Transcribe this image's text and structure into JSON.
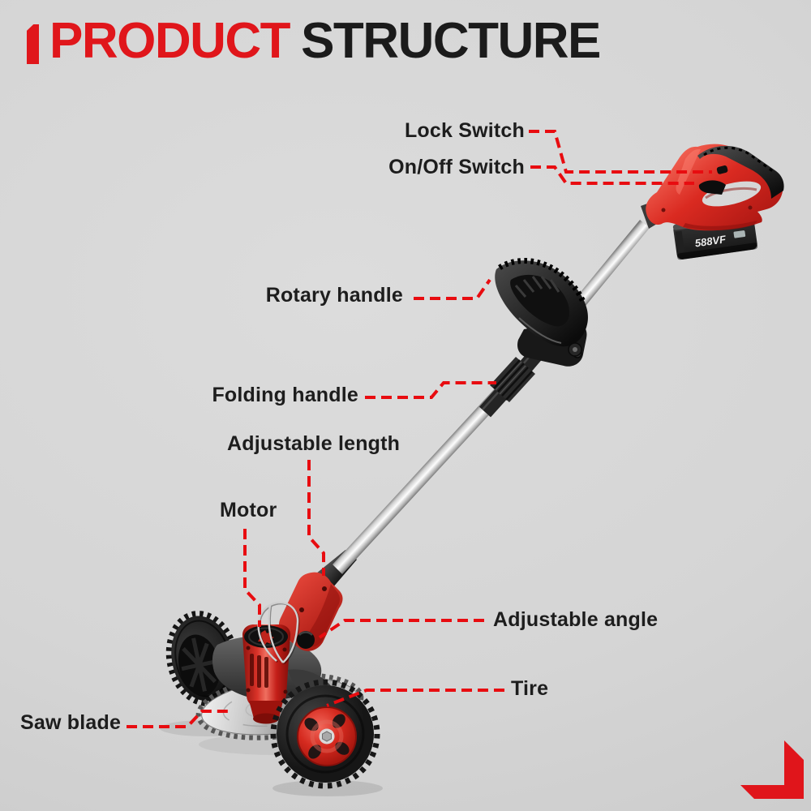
{
  "header": {
    "title_primary": "PRODUCT",
    "title_secondary": "STRUCTURE"
  },
  "colors": {
    "accent_red": "#e0161b",
    "leader_red": "#e80c10",
    "text_dark": "#1d1d1d",
    "background_gray": "#d5d5d5",
    "product_red": "#d8281f",
    "product_black": "#1a1a1a",
    "chrome": "#e8e8e8"
  },
  "product": {
    "battery_label": "588VF"
  },
  "labels": [
    {
      "id": "lock-switch",
      "text": "Lock Switch"
    },
    {
      "id": "on-off-switch",
      "text": "On/Off Switch"
    },
    {
      "id": "rotary-handle",
      "text": "Rotary handle"
    },
    {
      "id": "folding-handle",
      "text": "Folding handle"
    },
    {
      "id": "adjustable-length",
      "text": "Adjustable length"
    },
    {
      "id": "motor",
      "text": "Motor"
    },
    {
      "id": "adjustable-angle",
      "text": "Adjustable angle"
    },
    {
      "id": "tire",
      "text": "Tire"
    },
    {
      "id": "saw-blade",
      "text": "Saw blade"
    }
  ],
  "icons": [
    {
      "name": "corner-arrow-icon",
      "description": "red angled arrow at bottom-right corner"
    }
  ]
}
